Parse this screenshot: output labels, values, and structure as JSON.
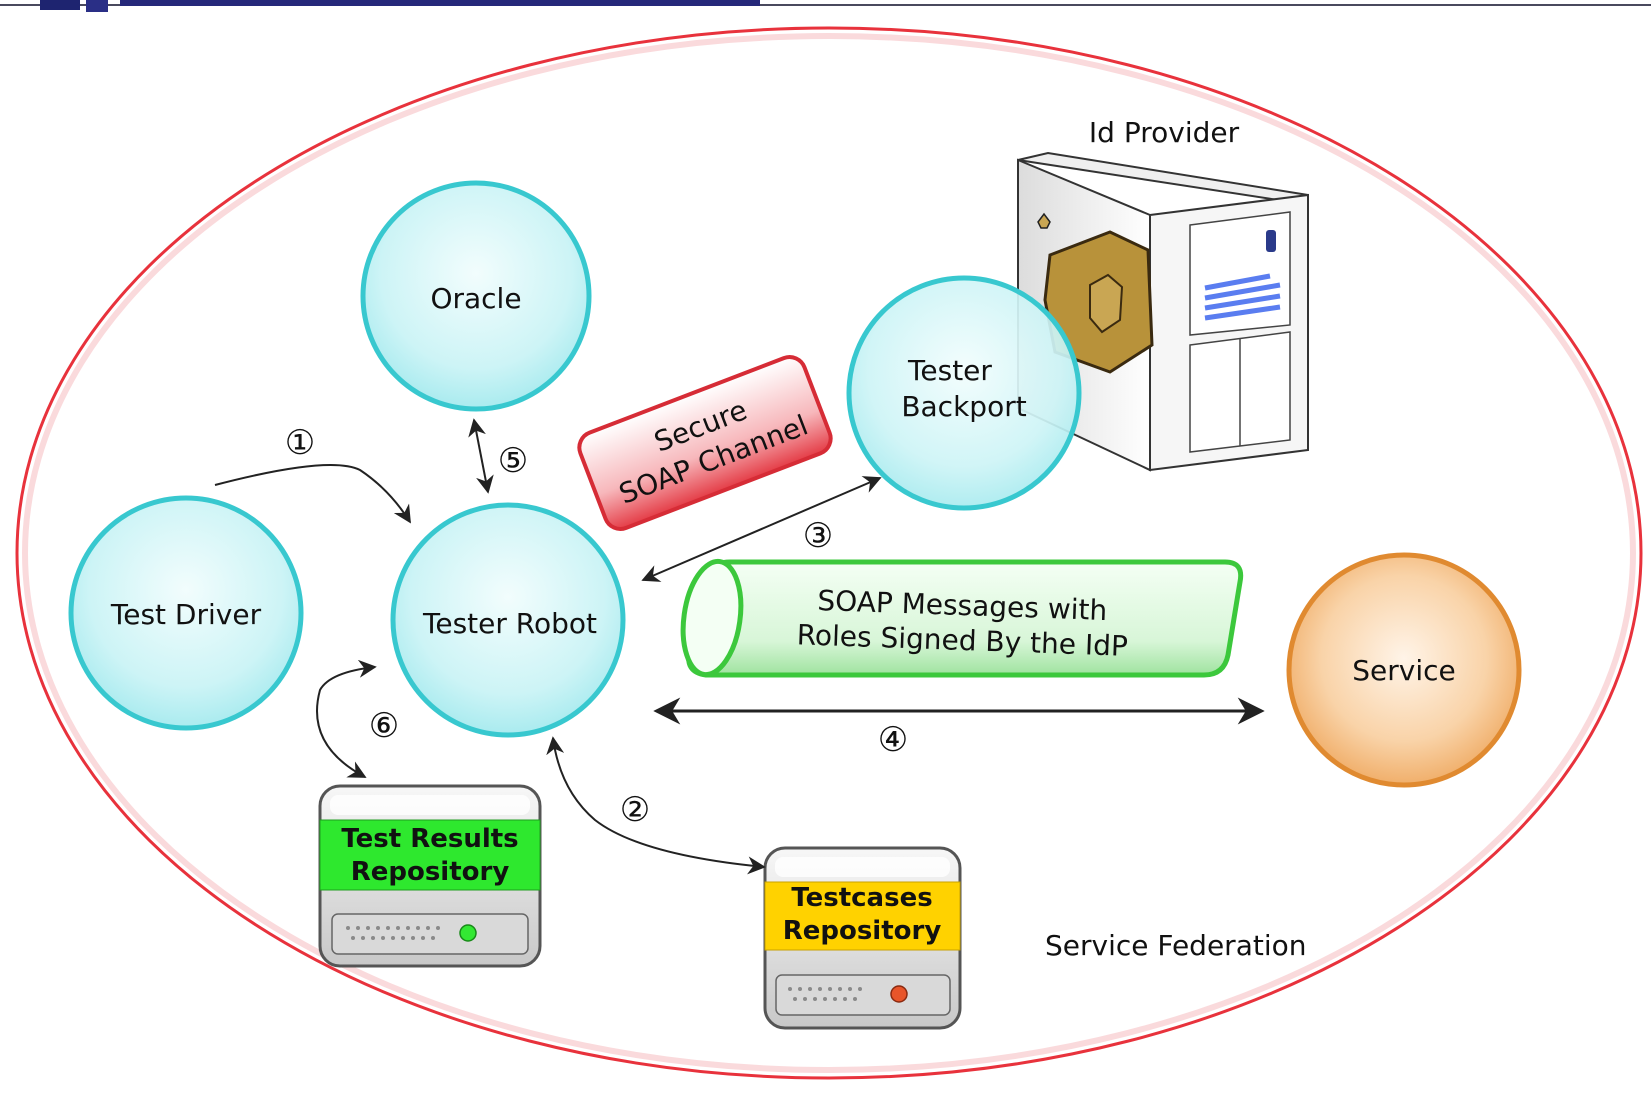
{
  "federation_label": "Service Federation",
  "nodes": {
    "oracle": "Oracle",
    "test_driver": "Test Driver",
    "tester_robot": "Tester Robot",
    "tester_backport_line1": "Tester",
    "tester_backport_line2": "Backport",
    "service": "Service"
  },
  "id_provider_label": "Id Provider",
  "secure_channel": {
    "line1": "Secure",
    "line2": "SOAP Channel"
  },
  "soap_messages": {
    "line1": "SOAP Messages with",
    "line2": "Roles Signed By the IdP"
  },
  "repositories": {
    "test_results": {
      "line1": "Test Results",
      "line2": "Repository"
    },
    "testcases": {
      "line1": "Testcases",
      "line2": "Repository"
    }
  },
  "steps": {
    "s1": "①",
    "s2": "②",
    "s3": "③",
    "s4": "④",
    "s5": "⑤",
    "s6": "⑥"
  },
  "colors": {
    "node_fill": "#c4f3f5",
    "node_stroke": "#38c8cf",
    "service_fill": "#f5c89a",
    "service_stroke": "#e08a30",
    "federation_stroke": "#e8323c",
    "secure_channel": "#e43c46",
    "soap_pipe": "#3cc83c",
    "test_results_band": "#2ee82e",
    "testcases_band": "#ffd200"
  }
}
